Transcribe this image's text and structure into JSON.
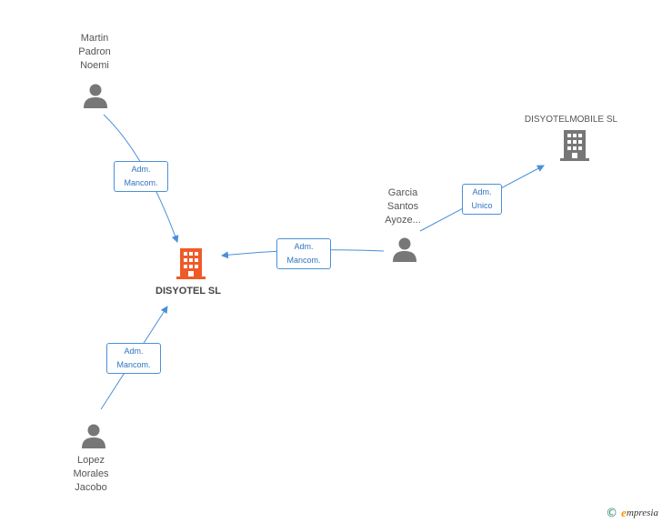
{
  "nodes": {
    "martin": {
      "label": "Martin\nPadron\nNoemi",
      "icon": "person-icon"
    },
    "garcia": {
      "label": "Garcia\nSantos\nAyoze...",
      "icon": "person-icon"
    },
    "lopez": {
      "label": "Lopez\nMorales\nJacobo",
      "icon": "person-icon"
    },
    "disyotel": {
      "label": "DISYOTEL SL",
      "icon": "building-icon",
      "color": "#f05a28"
    },
    "disyotelmobile": {
      "label": "DISYOTELMOBILE SL",
      "icon": "building-icon",
      "color": "#777777"
    }
  },
  "edges": [
    {
      "from": "martin",
      "to": "disyotel",
      "label": "Adm.\nMancom."
    },
    {
      "from": "garcia",
      "to": "disyotel",
      "label": "Adm.\nMancom."
    },
    {
      "from": "garcia",
      "to": "disyotelmobile",
      "label": "Adm.\nUnico"
    },
    {
      "from": "lopez",
      "to": "disyotel",
      "label": "Adm.\nMancom."
    }
  ],
  "footer": {
    "copyright": "©",
    "brand_initial": "e",
    "brand_rest": "mpresia"
  },
  "colors": {
    "edge": "#4a90d9",
    "person": "#777777"
  }
}
